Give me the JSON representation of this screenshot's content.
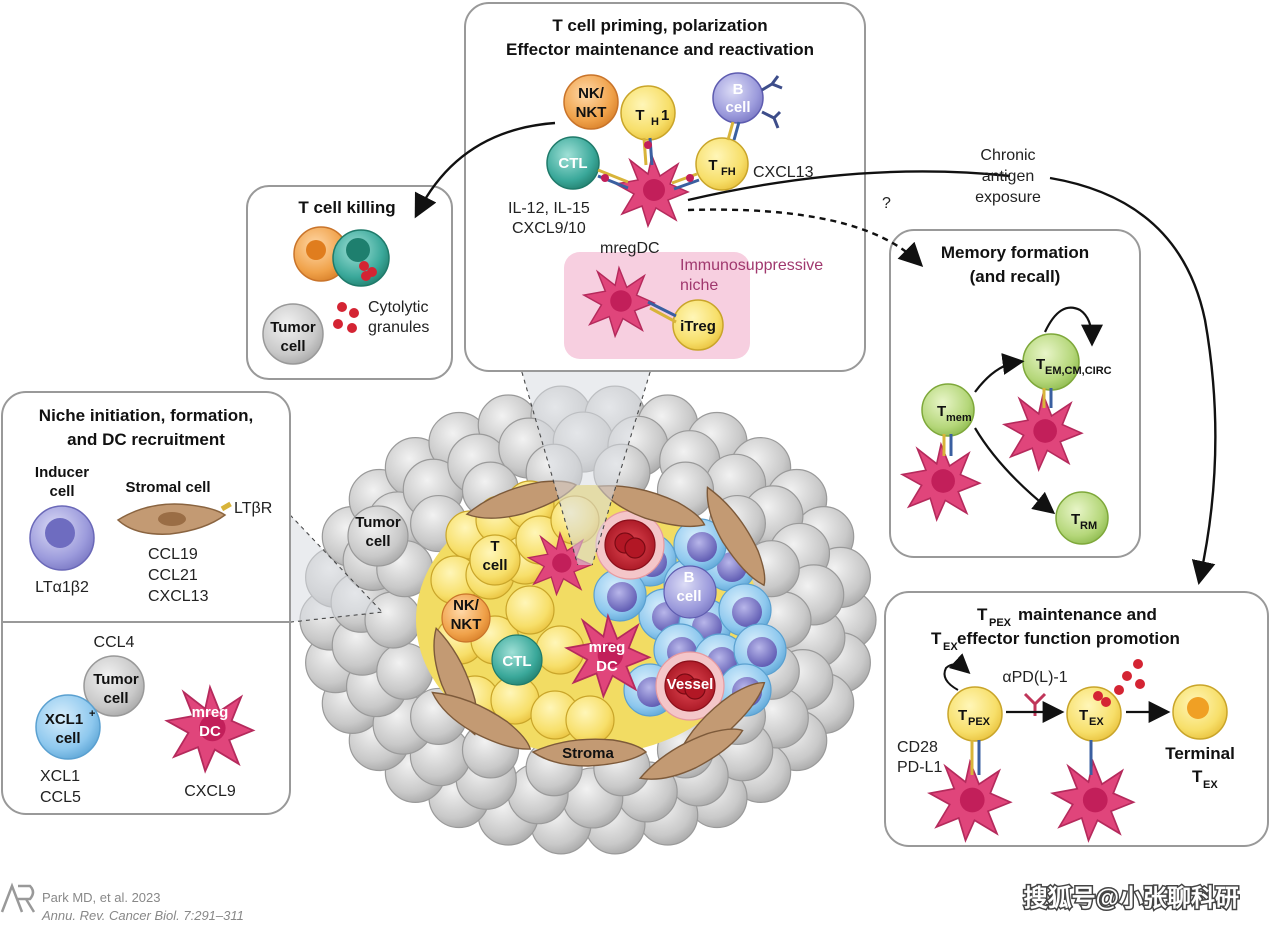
{
  "panels": {
    "priming": {
      "title1": "T cell priming, polarization",
      "title2": "Effector maintenance and reactivation",
      "cells": {
        "nk": [
          "NK/",
          "NKT"
        ],
        "th1": "T",
        "th1_sub": "H",
        "th1_n": "1",
        "bcell": [
          "B",
          "cell"
        ],
        "ctl": "CTL",
        "tfh": "T",
        "tfh_sub": "FH"
      },
      "cxcl13": "CXCL13",
      "cytokines": [
        "IL-12, IL-15",
        "CXCL9/10"
      ],
      "mregdc": "mregDC",
      "niche": [
        "Immunosuppressive",
        "niche"
      ],
      "itreg": "iTreg"
    },
    "killing": {
      "title": "T cell killing",
      "tumor": [
        "Tumor",
        "cell"
      ],
      "granules": [
        "Cytolytic",
        "granules"
      ]
    },
    "niche": {
      "title1": "Niche initiation, formation,",
      "title2": "and DC recruitment",
      "inducer": [
        "Inducer",
        "cell"
      ],
      "inducer_marker": "LTα1β2",
      "stromal": "Stromal cell",
      "ltbr": "LTβR",
      "stromal_chemokines": [
        "CCL19",
        "CCL21",
        "CXCL13"
      ],
      "ccl4": "CCL4",
      "tumor": [
        "Tumor",
        "cell"
      ],
      "xcl1": [
        "XCL1",
        "cell"
      ],
      "xcl1_sup": "+",
      "xcl1_chemokines": [
        "XCL1",
        "CCL5"
      ],
      "mreg": [
        "mreg",
        "DC"
      ],
      "cxcl9": "CXCL9"
    },
    "memory": {
      "title1": "Memory formation",
      "title2": "(and recall)",
      "tmem": "T",
      "tmem_sub": "mem",
      "tem": "T",
      "tem_sub": "EM,CM,CIRC",
      "trm": "T",
      "trm_sub": "RM"
    },
    "tpex": {
      "title1": "T",
      "title1_sub": "PEX",
      "title1_rest": " maintenance and",
      "title2": "T",
      "title2_sub": "EX",
      "title2_rest": " effector function promotion",
      "antibody": "αPD(L)-1",
      "tpex": "T",
      "tpex_sub": "PEX",
      "tex": "T",
      "tex_sub": "EX",
      "markers": [
        "CD28",
        "PD-L1"
      ],
      "terminal": "Terminal",
      "terminal2": "T",
      "terminal2_sub": "EX"
    }
  },
  "center": {
    "tumor": [
      "Tumor",
      "cell"
    ],
    "tcell": [
      "T",
      "cell"
    ],
    "bcell": [
      "B",
      "cell"
    ],
    "nk": [
      "NK/",
      "NKT"
    ],
    "ctl": "CTL",
    "mreg": [
      "mreg",
      "DC"
    ],
    "vessel": "Vessel",
    "stroma": "Stroma"
  },
  "arrows": {
    "chronic": [
      "Chronic",
      "antigen",
      "exposure"
    ],
    "question": "?"
  },
  "citation": {
    "line1": "Park MD, et al. 2023",
    "line2": "Annu. Rev. Cancer Biol. 7:291–311"
  },
  "watermark": "搜狐号@小张聊科研",
  "colors": {
    "dc_pink": "#e0457b",
    "yellow_cell": "#f7e27a",
    "green_cell": "#b5d77a",
    "teal_cell": "#3aa89a",
    "orange_cell": "#f0a24a",
    "blue_cell": "#8ec8ee",
    "purple_cell": "#7a76c8",
    "gray_cell": "#cfcfcf",
    "vessel_red": "#c9202e",
    "stroma_brown": "#c39a73",
    "niche_bg": "#f7cfe0"
  }
}
